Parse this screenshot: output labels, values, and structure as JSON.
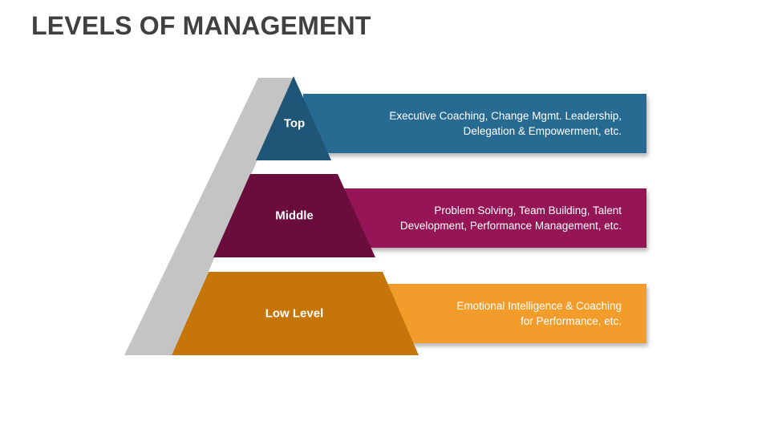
{
  "title": "LEVELS OF MANAGEMENT",
  "levels": [
    {
      "name": "Top",
      "lines": [
        "Executive Coaching, Change Mgmt. Leadership,",
        "Delegation & Empowerment, etc."
      ],
      "tier_color": "#1f5577",
      "banner_color": "#276a92"
    },
    {
      "name": "Middle",
      "lines": [
        "Problem Solving, Team Building, Talent",
        "Development, Performance Management, etc."
      ],
      "tier_color": "#6b0d3c",
      "banner_color": "#951556"
    },
    {
      "name": "Low Level",
      "lines": [
        "Emotional Intelligence & Coaching",
        "for Performance, etc."
      ],
      "tier_color": "#c5750a",
      "banner_color": "#f29d2b"
    }
  ],
  "side_panel_color": "#c4c4c4"
}
